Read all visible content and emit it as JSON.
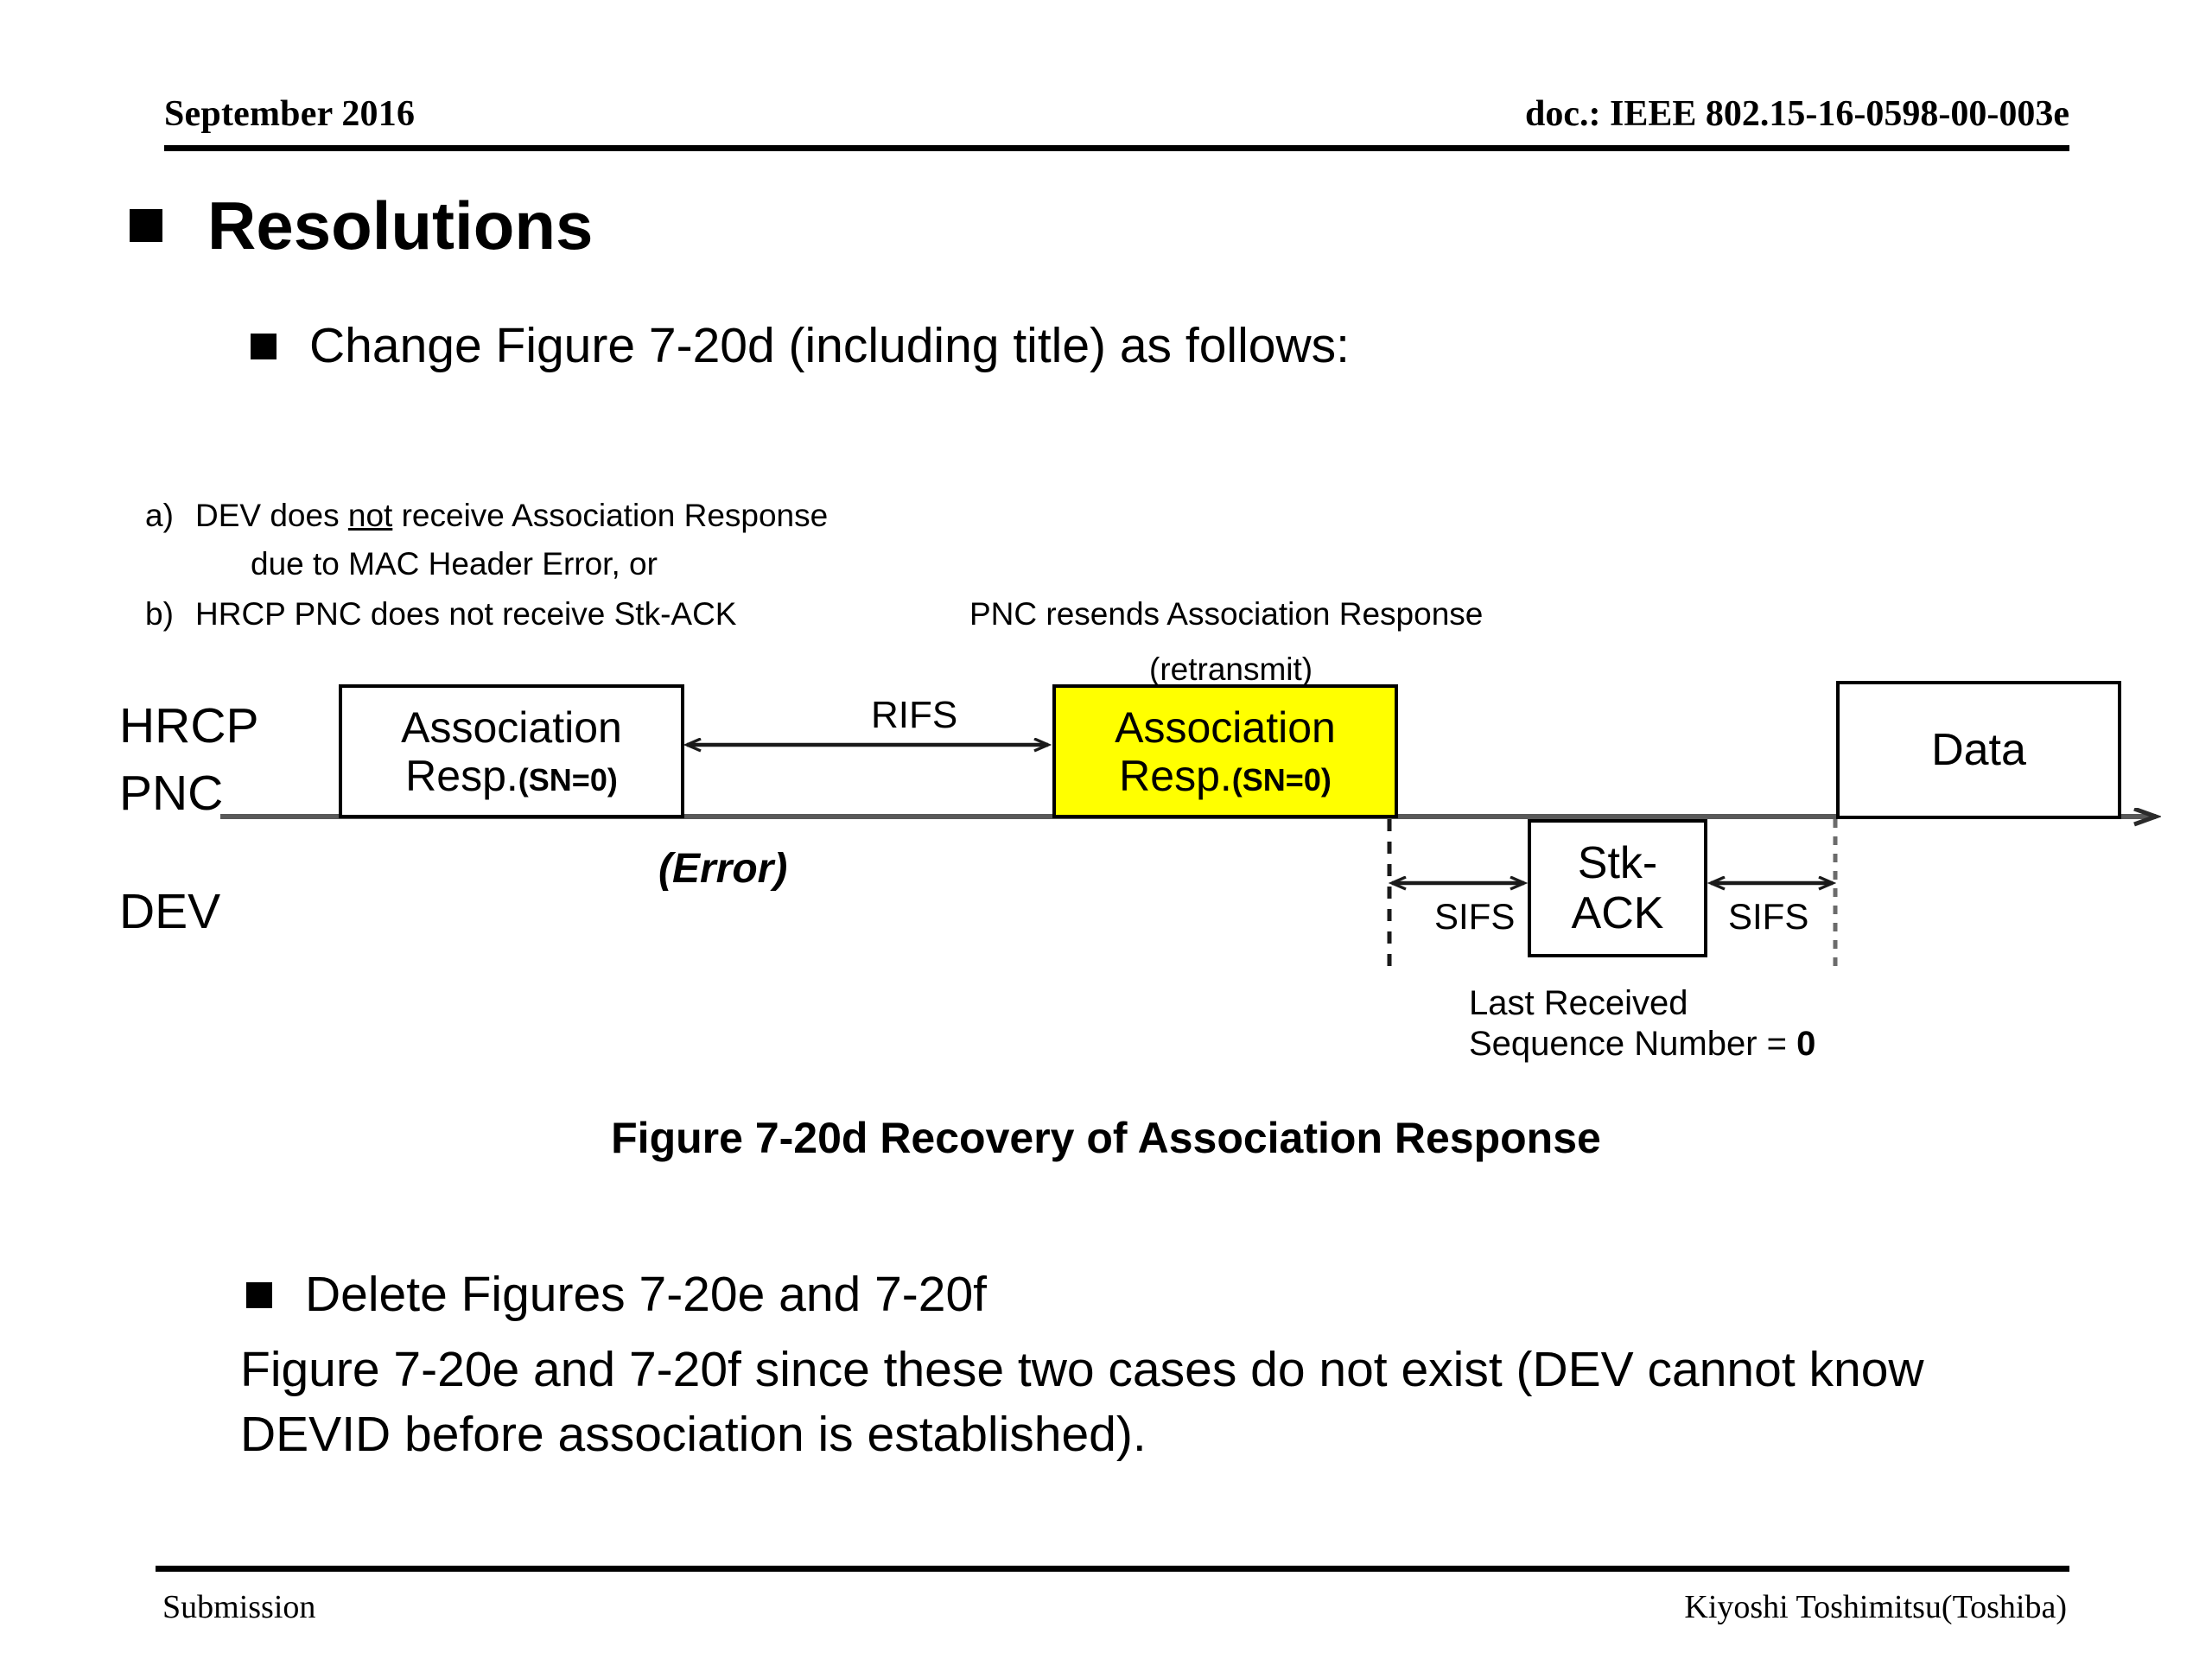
{
  "header": {
    "date": "September 2016",
    "doc_id": "doc.: IEEE 802.15-16-0598-00-003e"
  },
  "footer": {
    "left": "Submission",
    "right": "Kiyoshi Toshimitsu(Toshiba)"
  },
  "slide": {
    "title": "Resolutions",
    "bullet_change": "Change  Figure 7-20d (including title) as follows:",
    "bullet_delete": "Delete Figures 7-20e and 7-20f",
    "closing_paragraph": "Figure 7-20e and 7-20f since these two cases do not exist (DEV cannot know DEVID before association is established)."
  },
  "notes": {
    "a_label": "a)",
    "a_text_pre": "DEV does ",
    "a_text_underlined": "not",
    "a_text_post": " receive Association Response",
    "a_line2": "due to MAC Header Error, or",
    "b_label": "b)",
    "b_text": "HRCP PNC does not receive Stk-ACK",
    "pnc_resend_line1": "PNC resends Association Response",
    "pnc_resend_line2": "(retransmit)"
  },
  "diagram": {
    "lanes": {
      "hrcp": "HRCP",
      "pnc": "PNC",
      "dev": "DEV"
    },
    "boxes": {
      "assoc1_line1": "Association",
      "assoc1_line2_main": "Resp.",
      "assoc1_line2_sn": "(SN=0)",
      "assoc2_line1": "Association",
      "assoc2_line2_main": "Resp.",
      "assoc2_line2_sn": "(SN=0)",
      "stkack_line1": "Stk-",
      "stkack_line2": "ACK",
      "data": "Data"
    },
    "labels": {
      "rifs": "RIFS",
      "sifs_left": "SIFS",
      "sifs_right": "SIFS",
      "error": "(Error)",
      "last_received_line1": "Last Received",
      "last_received_line2_pre": "Sequence Number = ",
      "last_received_line2_value": "0"
    },
    "colors": {
      "highlight": "#FFFF00",
      "line": "#000000",
      "timeline": "#595959"
    },
    "caption": "Figure 7-20d Recovery of Association Response"
  }
}
